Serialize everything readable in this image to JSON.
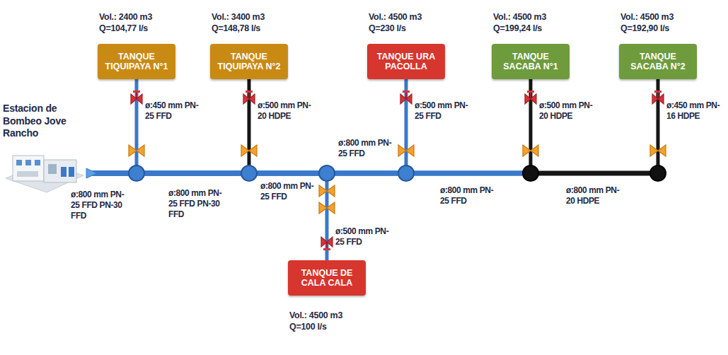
{
  "diagram": {
    "nodes": [
      {
        "text": [
          "Estacion de Bombeo Jove Rancho"
        ]
      },
      {
        "text": [
          "Vol.: 2400 m3 Q=104,77 l/s",
          "TANQUE TIQUIPAYA N°1"
        ]
      },
      {
        "text": [
          "Vol.: 3400 m3 Q=148,78 l/s",
          "TANQUE TIQUIPAYA N°2"
        ]
      },
      {
        "text": [
          "TANQUE DE CALA CALA",
          "Vol.: 4500 m3 Q=100 l/s"
        ]
      },
      {
        "text": [
          "Vol.: 4500 m3 Q=230 l/s",
          "TANQUE URA PACOLLA"
        ]
      },
      {
        "text": [
          "Vol.: 4500 m3 Q=199,24 l/s",
          "TANQUE SACABA N°1"
        ]
      },
      {
        "text": [
          "Vol.: 4500 m3 Q=192,90 l/s",
          "TANQUE SACABA N°2"
        ]
      }
    ],
    "edges": [
      {
        "from": 0,
        "to": 1,
        "arrow": "none",
        "label": "ø:450 mm PN-25 FFD"
      },
      {
        "from": 0,
        "to": 2,
        "arrow": "none",
        "label": "ø:500 mm PN-20 HDPE"
      },
      {
        "from": 0,
        "to": 3,
        "arrow": "none",
        "label": "ø:500 mm PN-25 FFD"
      },
      {
        "from": 0,
        "to": 4,
        "arrow": "none",
        "label": "ø:500 mm PN-25 FFD"
      },
      {
        "from": 0,
        "to": 5,
        "arrow": "none",
        "label": "ø:500 mm PN-20 HDPE"
      },
      {
        "from": 0,
        "to": 6,
        "arrow": "none",
        "label": "ø:450 mm PN-16 HDPE"
      }
    ],
    "labels": [
      "ø:800 mm PN-25 FFD PN-30 FFD",
      "ø:800 mm PN-25 FFD PN-30 FFD",
      "ø:800 mm PN-25 FFD",
      "ø:800 mm PN-25 FFD",
      "ø:800 mm PN-25 FFD",
      "ø:800 mm PN-20 HDPE"
    ]
  }
}
